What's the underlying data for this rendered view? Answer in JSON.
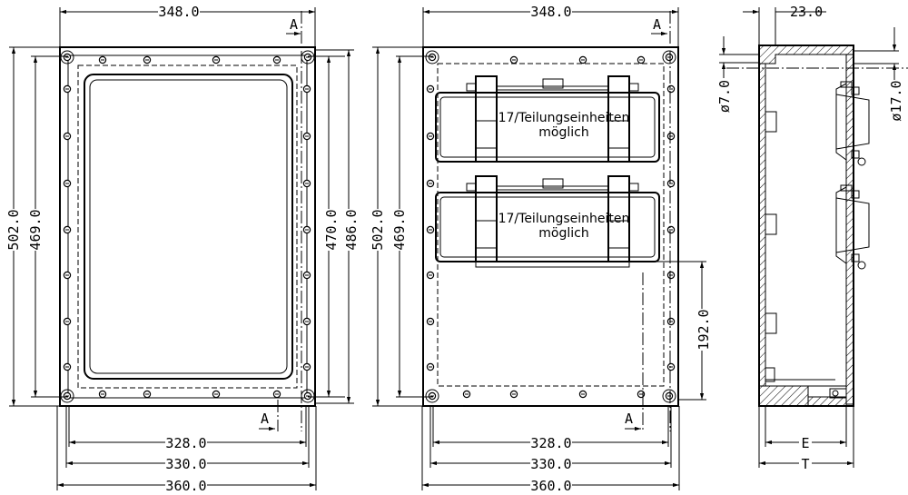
{
  "front_view": {
    "width_top": "348.0",
    "height_outer": "502.0",
    "height_inner": "469.0",
    "height_right_inner": "470.0",
    "height_right_outer": "486.0",
    "width_b1": "328.0",
    "width_b2": "330.0",
    "width_b3": "360.0",
    "section_mark": "A"
  },
  "middle_view": {
    "width_top": "348.0",
    "height_outer": "502.0",
    "height_inner": "469.0",
    "height_partial": "192.0",
    "width_b1": "328.0",
    "width_b2": "330.0",
    "width_b3": "360.0",
    "section_mark": "A",
    "rail_label_line1": "17/Teilungseinheiten",
    "rail_label_line2": "möglich"
  },
  "section_view": {
    "depth_top": "23.0",
    "dia_small": "ø7.0",
    "dia_large": "ø17.0",
    "label_e": "E",
    "label_t": "T"
  }
}
